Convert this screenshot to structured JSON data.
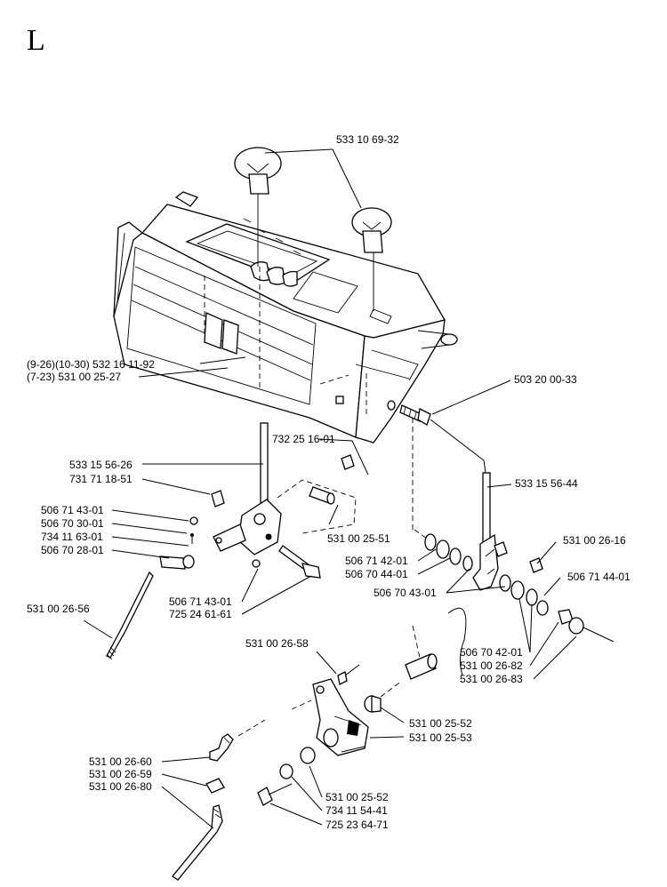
{
  "page": {
    "section_letter": "L"
  },
  "diagram": {
    "labels": {
      "knob": "533 10 69-32",
      "panel_a": "(9-26)(10-30) 532 16 11-92",
      "panel_b": "(7-23) 531 00 25-27",
      "bolt_right": "503 20 00-33",
      "clip": "732 25 16-01",
      "lever_left": "533 15 56-26",
      "clip_left": "731 71 18-51",
      "lever_right": "533 15 56-44",
      "rod_spring": "531 00 25-51",
      "w1": "506 71 43-01",
      "w2": "506 70 30-01",
      "pin": "734 11 63-01",
      "w3": "506 70 28-01",
      "nut_r": "531 00 26-16",
      "r1": "506 71 42-01",
      "r2": "506 70 44-01",
      "r3": "506 70 43-01",
      "r4": "506 71 44-01",
      "w4": "506 71 43-01",
      "bolt_left": "725 24 61-61",
      "rod_left": "531 00 26-56",
      "r5": "506 70 42-01",
      "r6": "531 00 26-82",
      "r7": "531 00 26-83",
      "bracket_screw": "531 00 26-58",
      "b1": "531 00 25-52",
      "b2": "531 00 25-53",
      "elbow": "531 00 26-60",
      "clip2": "531 00 26-59",
      "rod_bottom": "531 00 26-80",
      "b3": "531 00 25-52",
      "b4": "734 11 54-41",
      "b5": "725 23 64-71"
    }
  }
}
